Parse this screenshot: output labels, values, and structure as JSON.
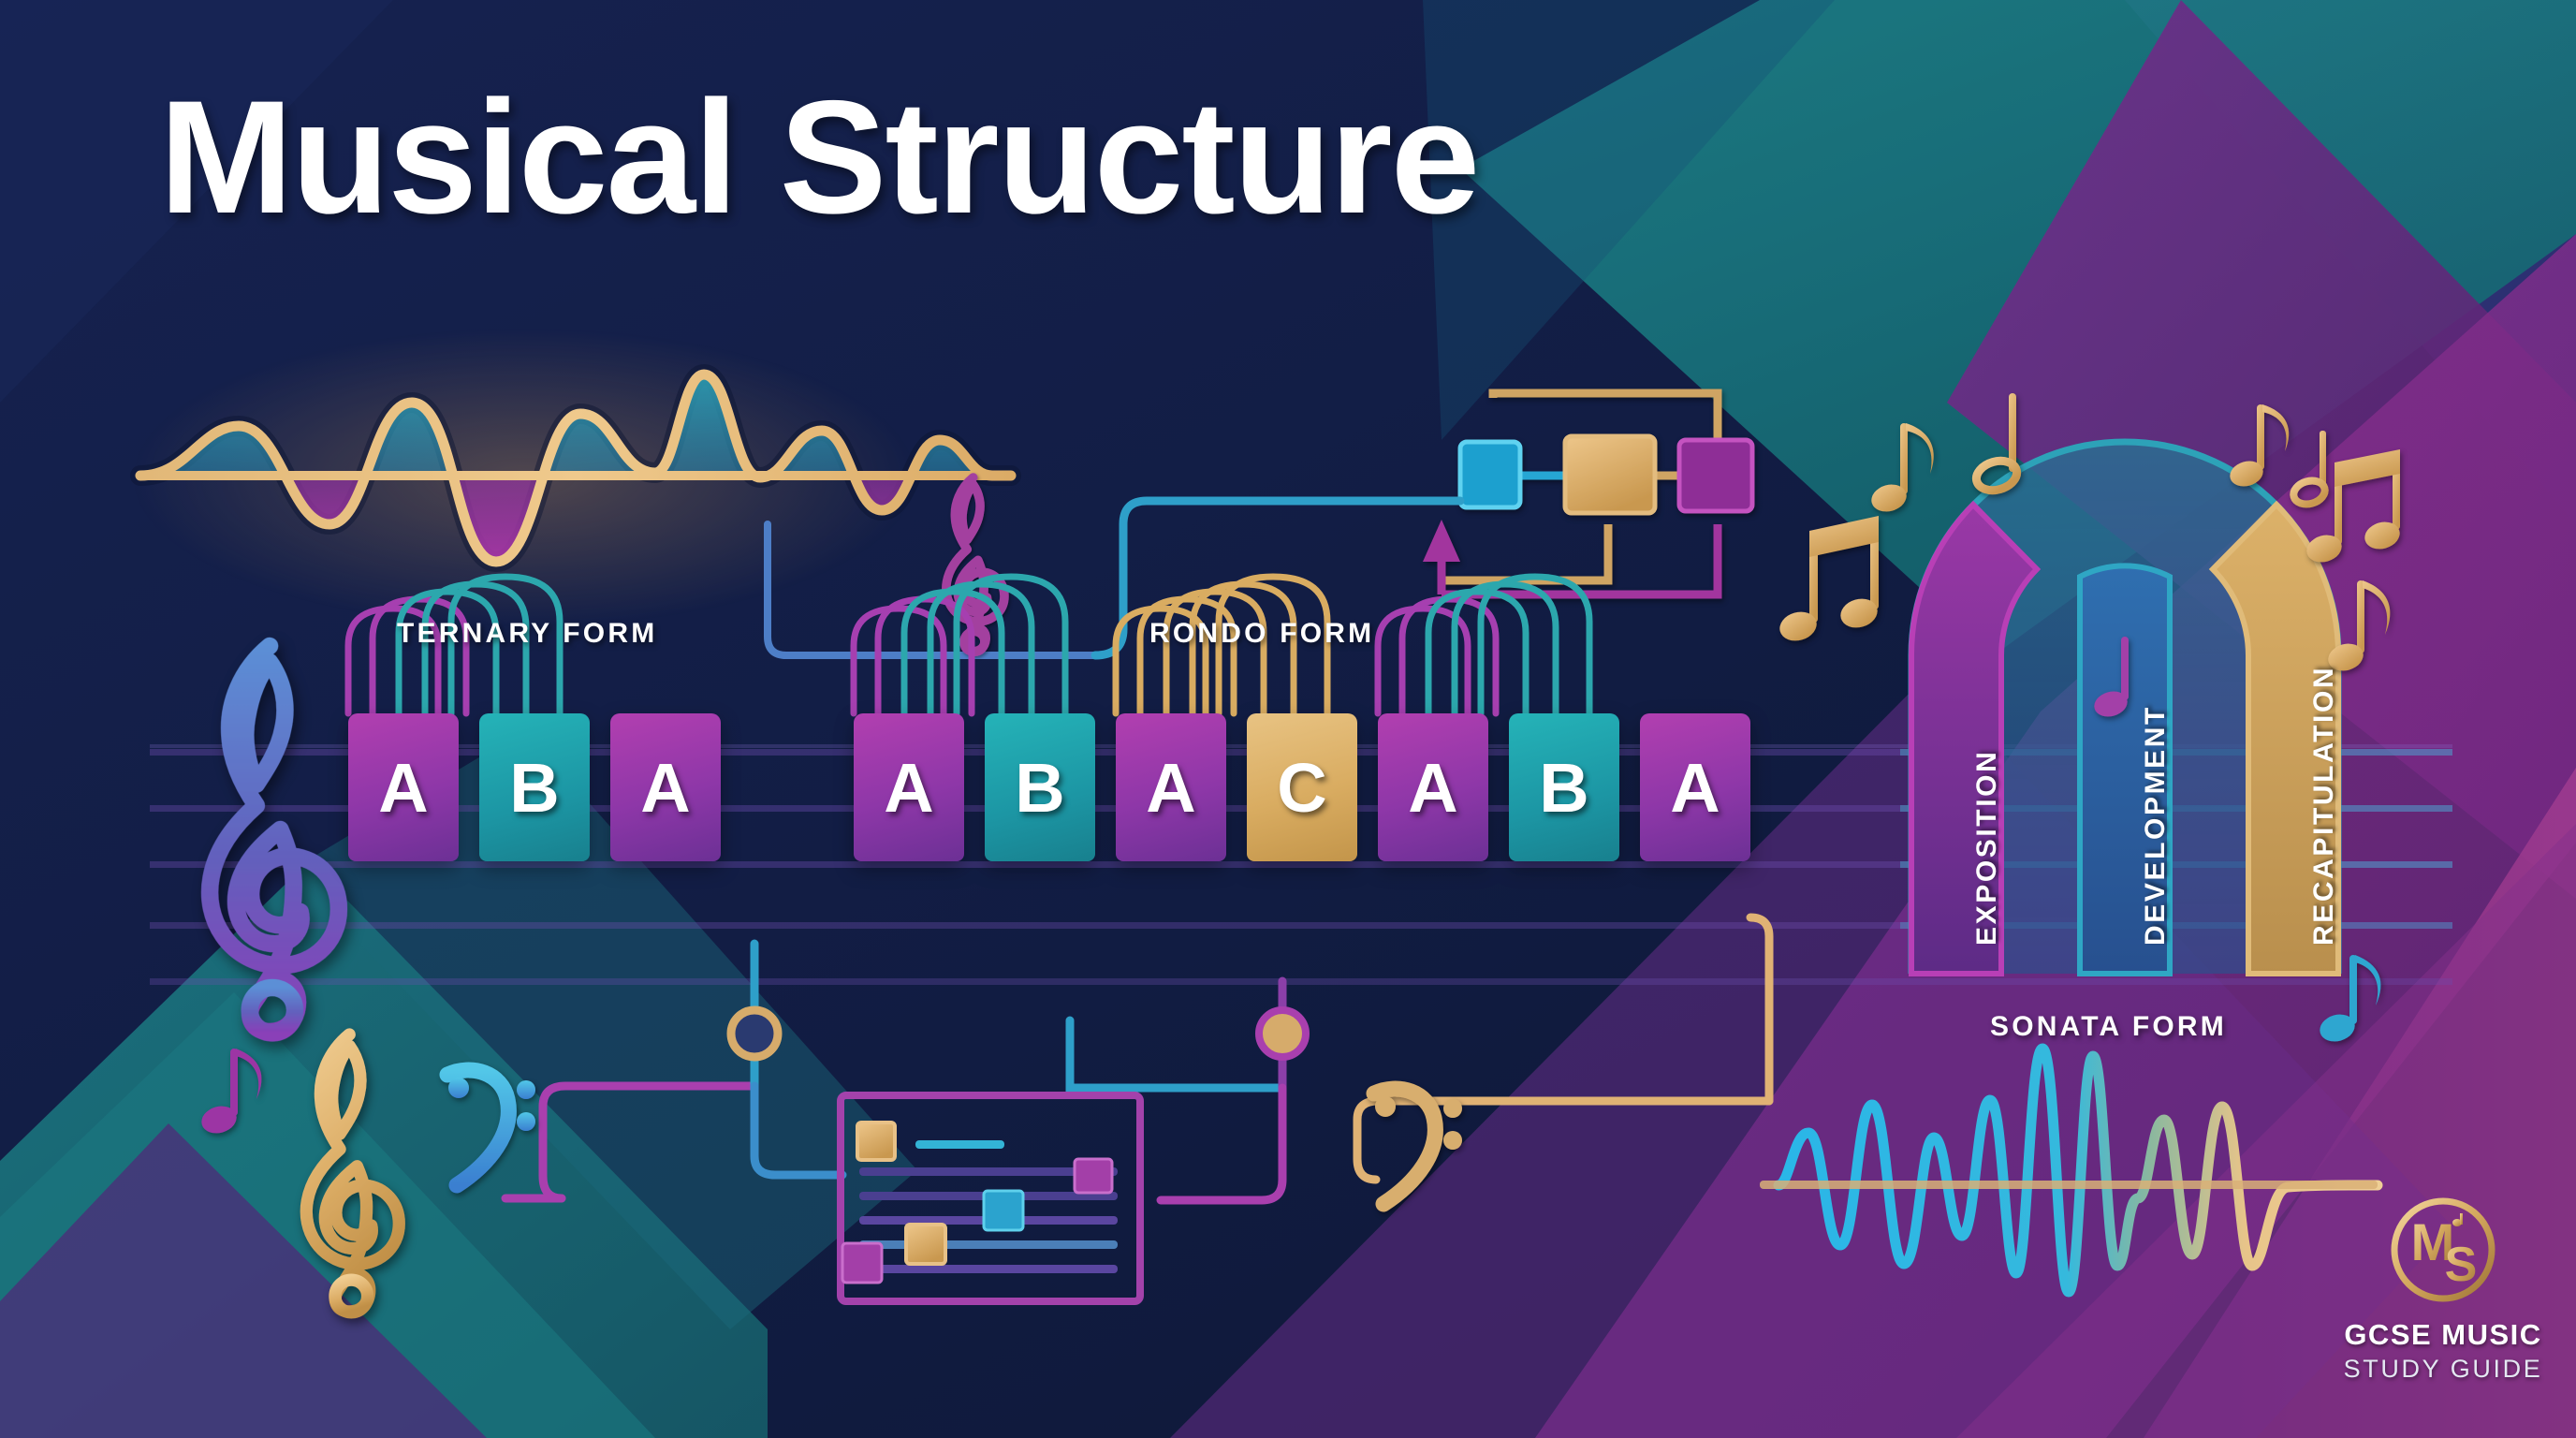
{
  "title": "Musical Structure",
  "palette": {
    "background_navy": "#131f45",
    "teal": "#1b7f87",
    "purple": "#6b2d86",
    "indigo": "#3d3f8f",
    "magenta": "#b23fb0",
    "gold": "#d9ac61",
    "cyan": "#2aa7d6",
    "white": "#ffffff"
  },
  "sections": {
    "ternary": {
      "caption": "TERNARY FORM",
      "blocks": [
        {
          "label": "A",
          "kind": "a"
        },
        {
          "label": "B",
          "kind": "b"
        },
        {
          "label": "A",
          "kind": "a"
        }
      ]
    },
    "rondo": {
      "caption": "RONDO FORM",
      "blocks": [
        {
          "label": "A",
          "kind": "a"
        },
        {
          "label": "B",
          "kind": "b"
        },
        {
          "label": "A",
          "kind": "a"
        },
        {
          "label": "C",
          "kind": "c"
        },
        {
          "label": "A",
          "kind": "a"
        },
        {
          "label": "B",
          "kind": "b"
        },
        {
          "label": "A",
          "kind": "a"
        }
      ]
    },
    "sonata": {
      "caption": "SONATA FORM",
      "segments": [
        {
          "label": "EXPOSITION",
          "color": "#8e37a8"
        },
        {
          "label": "DEVELOPMENT",
          "color": "#2c61a0"
        },
        {
          "label": "RECAPITULATION",
          "color": "#c5994f"
        }
      ]
    }
  },
  "logo": {
    "monogram_m": "M",
    "monogram_s": "S",
    "name": "GCSE MUSIC",
    "subtitle": "STUDY GUIDE"
  },
  "decorations": {
    "waveform_top_left": "gold sine waveform with teal peaks and purple troughs",
    "waveform_bottom_right": "cyan to gold oscilloscope waveform",
    "flowchart": "three connected nodes: cyan, gold, magenta",
    "mixer_panel": "slider rack with gold, cyan and magenta faders",
    "clefs": [
      "treble-clef",
      "bass-clef"
    ],
    "notes": [
      "eighth-note",
      "beamed-eighth-notes",
      "half-note"
    ]
  }
}
